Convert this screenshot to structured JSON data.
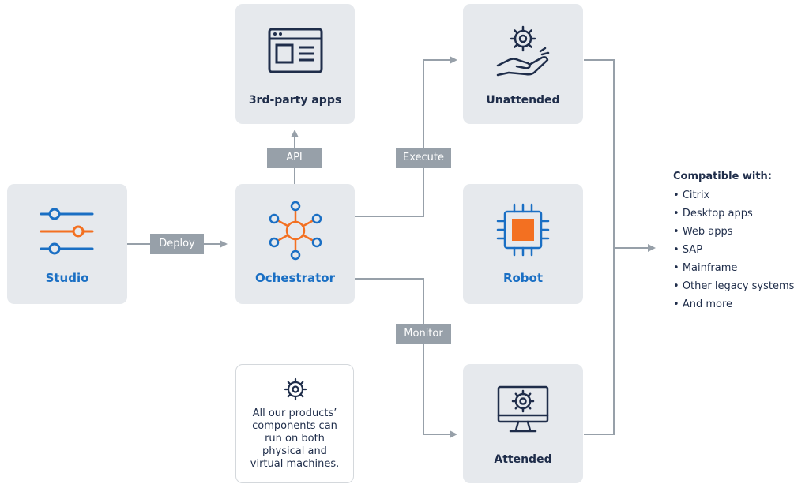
{
  "boxes": {
    "third_party": "3rd-party apps",
    "studio": "Studio",
    "orchestrator": "Ochestrator",
    "unattended": "Unattended",
    "robot": "Robot",
    "attended": "Attended"
  },
  "tags": {
    "api": "API",
    "deploy": "Deploy",
    "execute": "Execute",
    "monitor": "Monitor"
  },
  "note": {
    "lines": [
      "All our products’",
      "components can",
      "run on both",
      "physical and",
      "virtual machines."
    ]
  },
  "compatible": {
    "title": "Compatible with:",
    "items": [
      "Citrix",
      "Desktop apps",
      "Web apps",
      "SAP",
      "Mainframe",
      "Other legacy systems",
      "And more"
    ]
  },
  "colors": {
    "navy": "#1f2d4a",
    "blue": "#1a6fc4",
    "orange": "#f37021",
    "box": "#e6e9ed",
    "connector": "#97a0a9"
  },
  "icons": {
    "third_party": "browser-window-icon",
    "studio": "sliders-icon",
    "orchestrator": "hub-network-icon",
    "unattended": "gear-on-hand-icon",
    "robot": "chip-icon",
    "attended": "gear-monitor-icon",
    "note": "gear-icon"
  }
}
